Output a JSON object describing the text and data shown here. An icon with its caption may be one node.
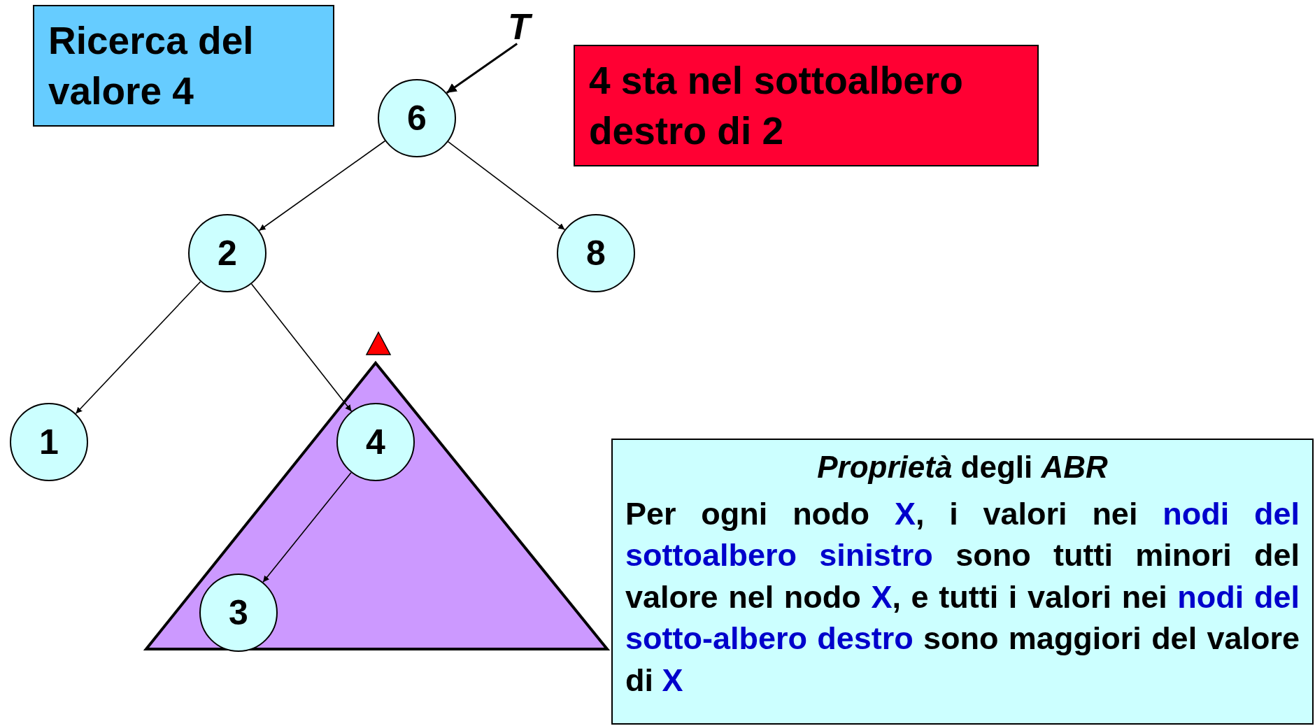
{
  "diagram": {
    "nodes": [
      {
        "text": [
          "Ricerca del valore 4"
        ]
      },
      {
        "text": [
          "T"
        ]
      },
      {
        "text": [
          "6"
        ]
      },
      {
        "text": [
          "4 sta nel sottoalbero destro di 2"
        ]
      },
      {
        "text": [
          "2"
        ]
      },
      {
        "text": [
          "8"
        ]
      },
      {
        "text": [
          "1"
        ]
      },
      {
        "text": [
          "4"
        ]
      },
      {
        "text": [
          "3"
        ]
      },
      {
        "text": [
          "*Proprietà* degli *ABR*",
          "Per ogni nodo **X**, i valori nei **nodi del sottoalbero sinistro** sono tutti minori del valore nel nodo **X**, e tutti i valori nei **nodi del sotto-albero destro** sono maggiori del valore di **X**"
        ]
      }
    ],
    "edges": [
      {
        "from": 1,
        "to": 2,
        "arrow": "to"
      },
      {
        "from": 2,
        "to": 4,
        "arrow": "to"
      },
      {
        "from": 2,
        "to": 5,
        "arrow": "to"
      },
      {
        "from": 4,
        "to": 6,
        "arrow": "to"
      },
      {
        "from": 4,
        "to": 7,
        "arrow": "to"
      },
      {
        "from": 7,
        "to": 8,
        "arrow": "to"
      }
    ]
  }
}
